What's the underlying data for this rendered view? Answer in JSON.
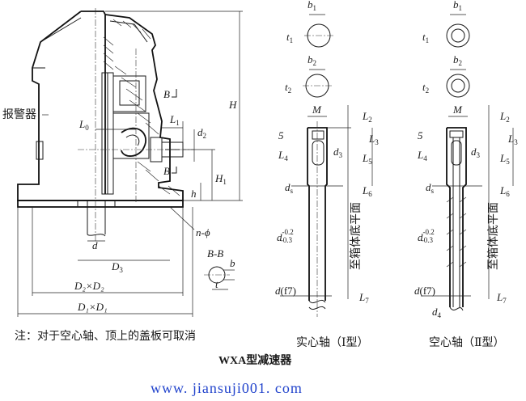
{
  "labels": {
    "alarm": "报警器",
    "note": "注：对于空心轴、顶上的盖板可取消",
    "solid_shaft": "实心轴（Ⅰ型）",
    "hollow_shaft": "空心轴（Ⅱ型）",
    "title": "WXA型减速器",
    "website": "www. jiansuji001. com",
    "vertical_note": "至箱体底平面",
    "section": "B-B"
  },
  "dims": {
    "H": "H",
    "H1": "H",
    "h": "h",
    "L0": "L",
    "L1": "L",
    "d2": "d",
    "d": "d",
    "D3": "D",
    "D2xD2": "D₂×D₂",
    "D1xD1": "D₁×D₁",
    "n_phi": "n-ϕ",
    "B": "B",
    "b": "b",
    "t": "t",
    "b1": "b",
    "b2": "b",
    "t1": "t",
    "t2": "t",
    "M": "M",
    "L2": "L",
    "L3": "L",
    "L4": "L",
    "L5": "L",
    "L6": "L",
    "L7": "L",
    "five": "5",
    "d3": "d",
    "ds": "d",
    "d_tol": "d",
    "d_tol_up": "-0.2",
    "d_tol_low": "-0.3",
    "d_f7": "d",
    "f7": "(f7)",
    "d4": "d"
  },
  "subs": {
    "s0": "0",
    "s1": "1",
    "s2": "2",
    "s3": "3",
    "s4": "4",
    "s5": "5",
    "s6": "6",
    "s7": "7",
    "ss": "s"
  }
}
